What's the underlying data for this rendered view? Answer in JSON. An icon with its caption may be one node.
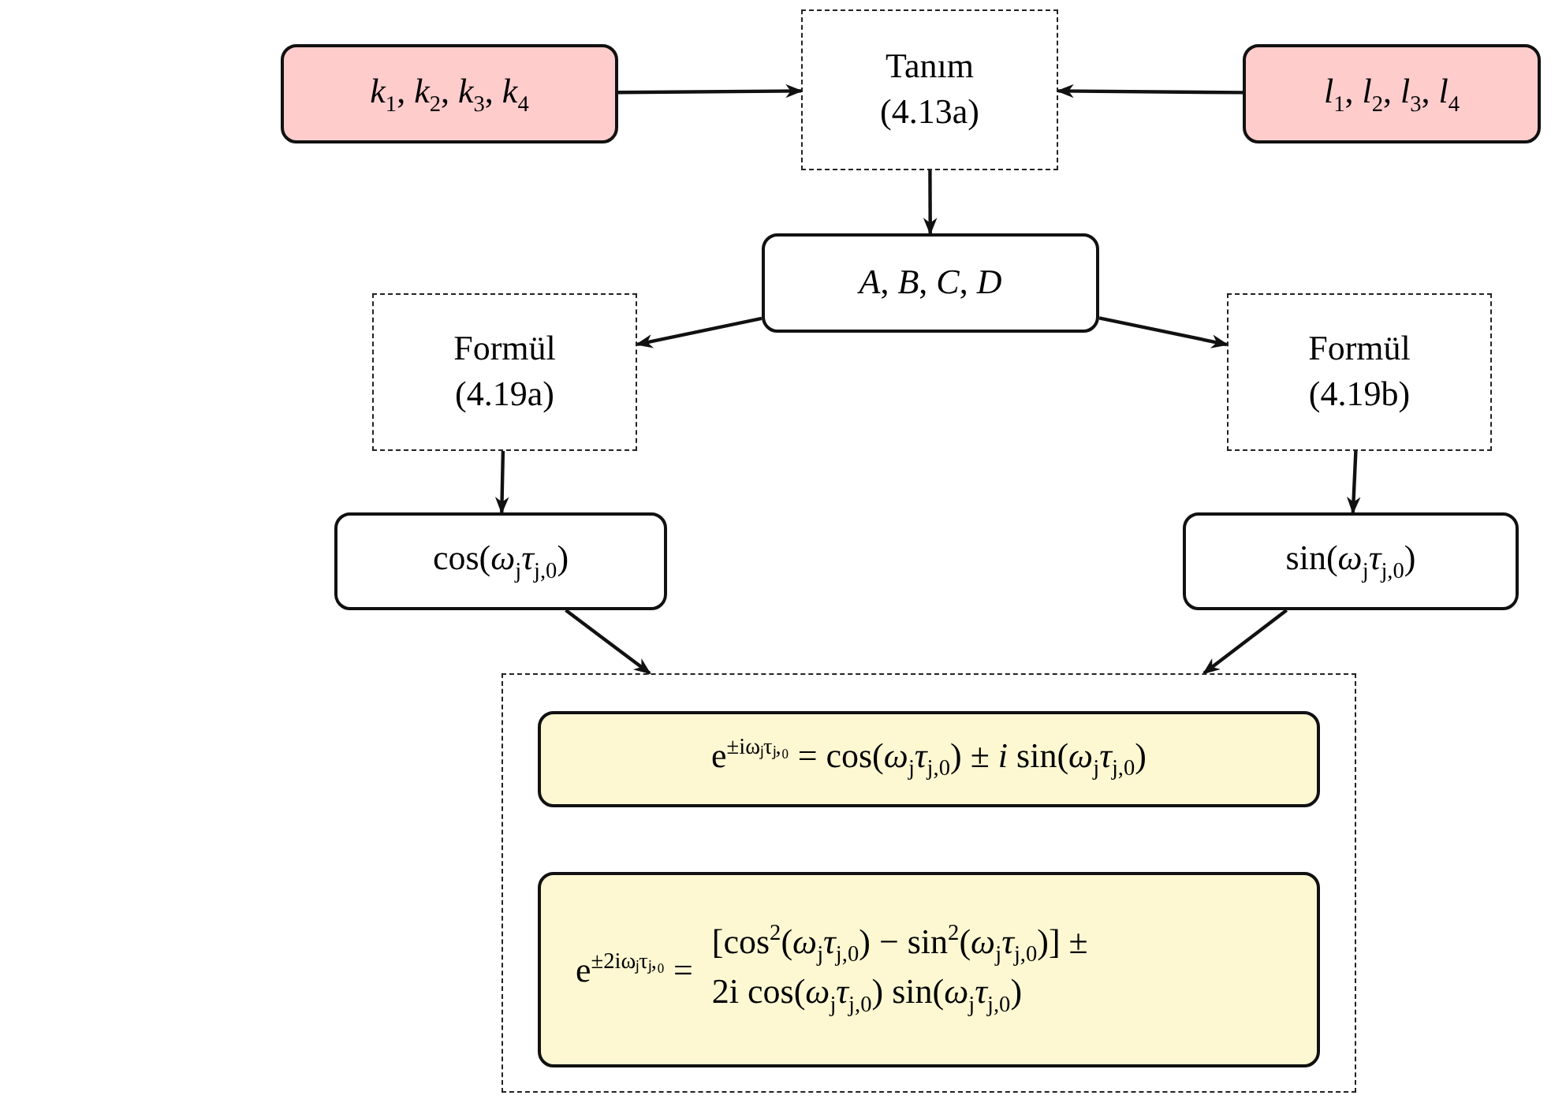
{
  "diagram": {
    "nodes": [
      {
        "text": [
          "*k*$_{1}$, *k*$_{2}$, *k*$_{3}$, *k*$_{4}$"
        ]
      },
      {
        "text": [
          "Tanım",
          "(4.13a)"
        ]
      },
      {
        "text": [
          "*l*$_{1}$, *l*$_{2}$, *l*$_{3}$, *l*$_{4}$"
        ]
      },
      {
        "text": [
          "*A*, *B*, *C*, *D*"
        ]
      },
      {
        "text": [
          "Formül",
          "(4.19a)"
        ]
      },
      {
        "text": [
          "Formül",
          "(4.19b)"
        ]
      },
      {
        "text": [
          "cos(*ω*$_{j}$*τ*$_{j,0}$)"
        ]
      },
      {
        "text": [
          "sin(*ω*$_{j}$*τ*$_{j,0}$)"
        ]
      },
      {
        "text": [],
        "shape": "box"
      },
      {
        "text": [
          "e$^{±iωⱼτⱼ,₀}$ = cos(*ω*$_{j}$*τ*$_{j,0}$) ± *i* sin(*ω*$_{j}$*τ*$_{j,0}$)"
        ],
        "in": 8
      },
      {
        "text": [
          "e$^{±2iωⱼτⱼ,₀}$ =",
          "[cos$^{2}$(*ω*$_{j}$*τ*$_{j,0}$) − sin$^{2}$(*ω*$_{j}$*τ*$_{j,0}$)] ± 2i cos(*ω*$_{j}$*τ*$_{j,0}$) sin(*ω*$_{j}$*τ*$_{j,0}$)"
        ],
        "in": 8
      }
    ],
    "edges": [
      {
        "from": 0,
        "to": 1,
        "arrow": "to"
      },
      {
        "from": 2,
        "to": 1,
        "arrow": "to"
      },
      {
        "from": 1,
        "to": 3,
        "arrow": "to"
      },
      {
        "from": 3,
        "to": 4,
        "arrow": "to"
      },
      {
        "from": 3,
        "to": 5,
        "arrow": "to"
      },
      {
        "from": 4,
        "to": 6,
        "arrow": "to"
      },
      {
        "from": 5,
        "to": 7,
        "arrow": "to"
      },
      {
        "from": 6,
        "to": 8,
        "arrow": "to"
      },
      {
        "from": 7,
        "to": 8,
        "arrow": "to"
      }
    ]
  }
}
